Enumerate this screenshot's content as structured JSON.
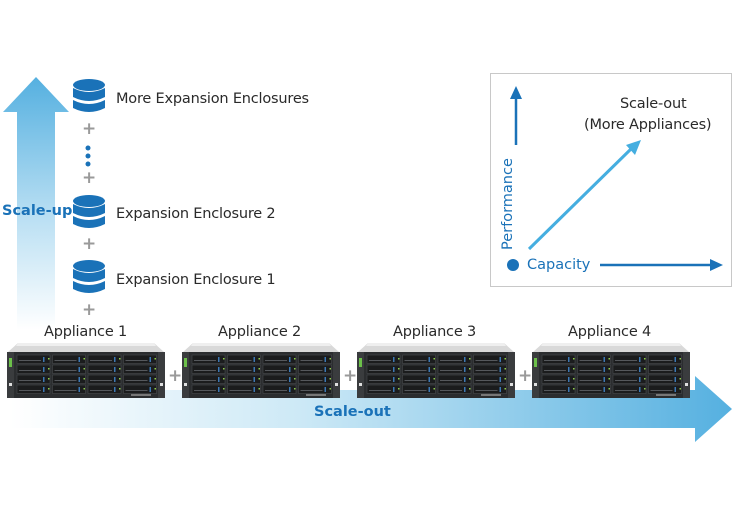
{
  "scale_up": {
    "label": "Scale-up",
    "levels": [
      {
        "label": "More Expansion Enclosures",
        "icon": "database-icon"
      },
      {
        "label": "Expansion Enclosure 2",
        "icon": "database-icon"
      },
      {
        "label": "Expansion Enclosure 1",
        "icon": "database-icon"
      }
    ],
    "connector": "+",
    "ellipsis_icon": "vertical-ellipsis-icon"
  },
  "scale_out": {
    "label": "Scale-out",
    "appliances": [
      {
        "label": "Appliance 1",
        "icon": "server-rack-icon"
      },
      {
        "label": "Appliance 2",
        "icon": "server-rack-icon"
      },
      {
        "label": "Appliance 3",
        "icon": "server-rack-icon"
      },
      {
        "label": "Appliance 4",
        "icon": "server-rack-icon"
      }
    ],
    "connector": "+"
  },
  "inset": {
    "y_axis_label": "Performance",
    "x_axis_label": "Capacity",
    "diagonal_label_line1": "Scale-out",
    "diagonal_label_line2": "(More Appliances)"
  },
  "colors": {
    "accent_blue": "#1a72b8",
    "arrow_blue": "#5ab4e0",
    "diagonal_blue": "#45aee0",
    "connector_gray": "#9a9a9a"
  }
}
